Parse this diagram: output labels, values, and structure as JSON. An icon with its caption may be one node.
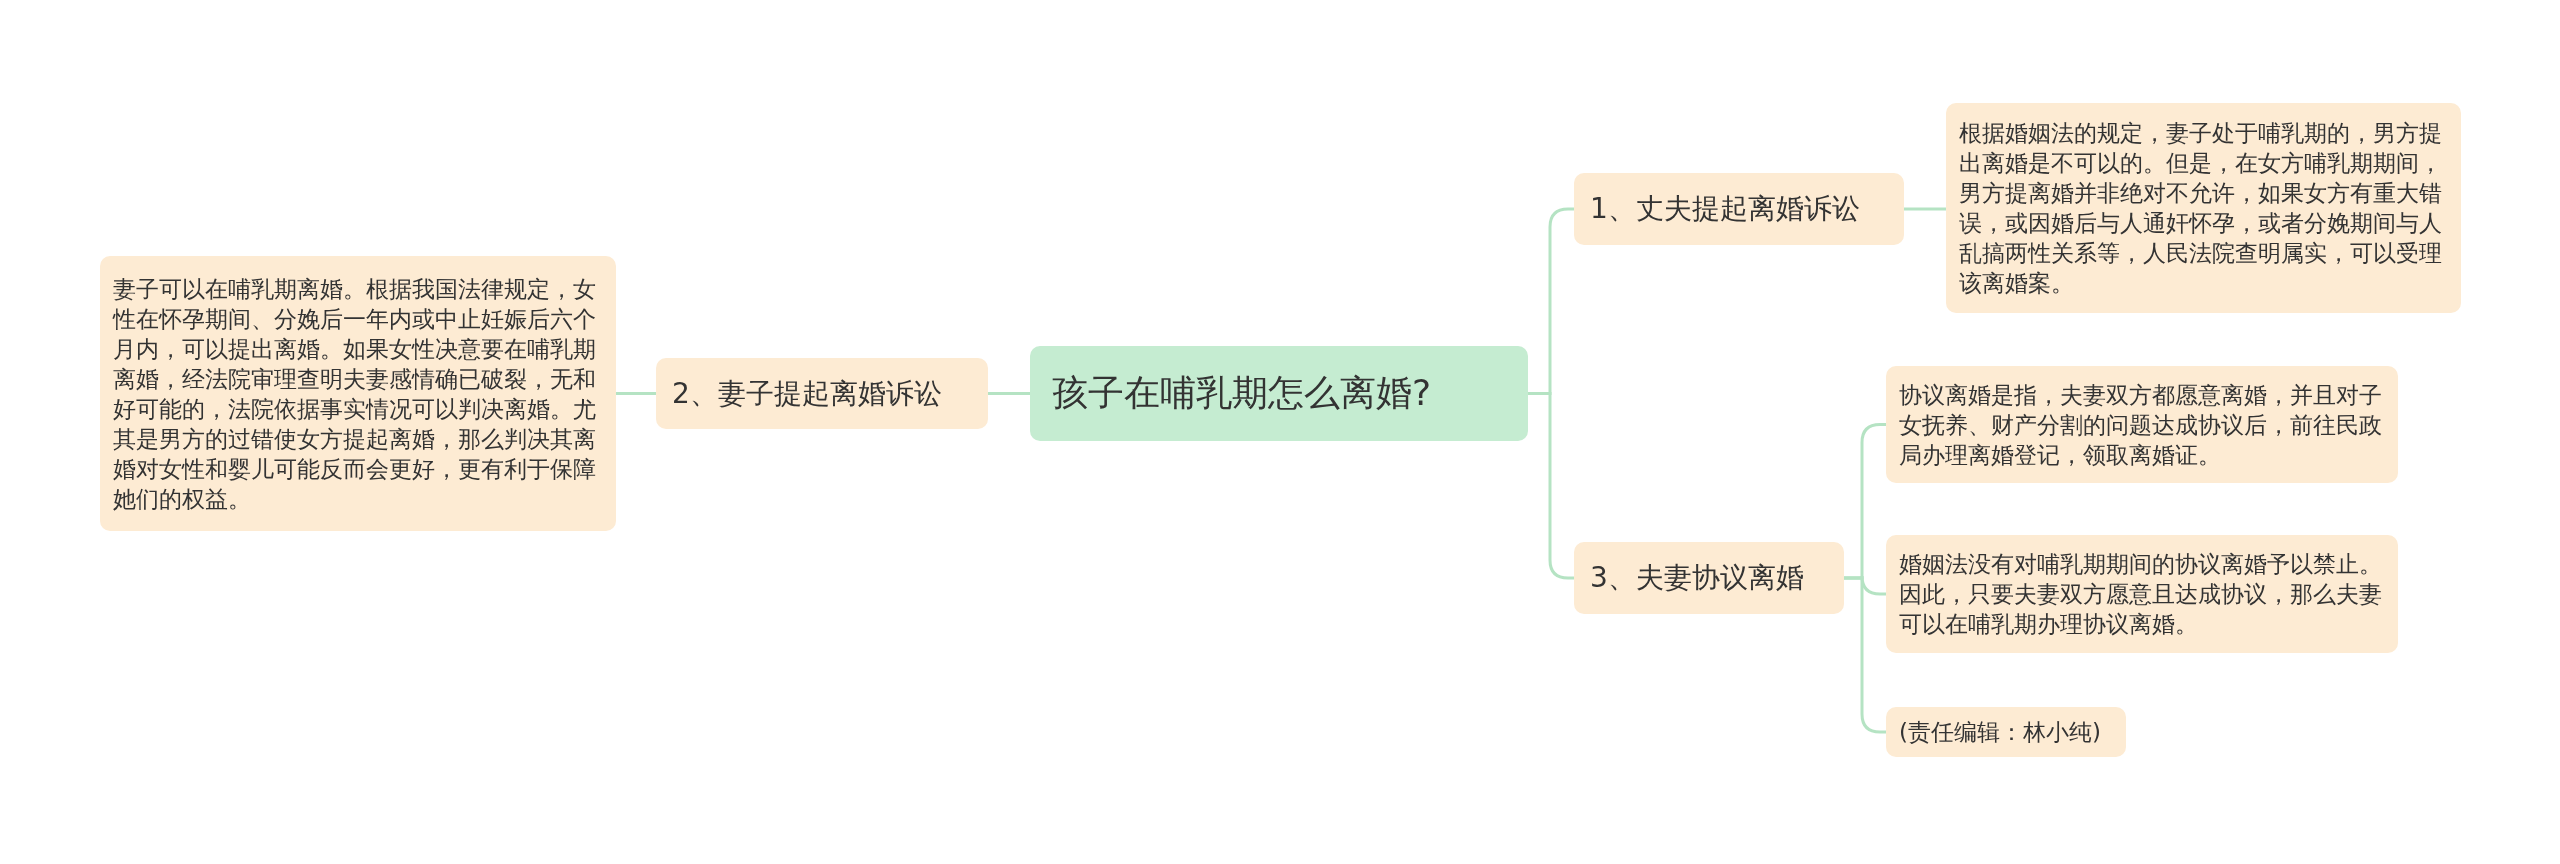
{
  "diagram": {
    "nodes": [
      {
        "text": [
          "孩子在哺乳期怎么离婚?"
        ]
      },
      {
        "text": [
          "1、丈夫提起离婚诉讼"
        ]
      },
      {
        "text": [
          "根据婚姻法的规定，妻子处于哺乳期的，男方提出离婚是不可以的。但是，在女方哺乳期期间，男方提离婚并非绝对不允许，如果女方有重大错误，或因婚后与人通奸怀孕，或者分娩期间与人乱搞两性关系等，人民法院查明属实，可以受理该离婚案。"
        ]
      },
      {
        "text": [
          "2、妻子提起离婚诉讼"
        ]
      },
      {
        "text": [
          "妻子可以在哺乳期离婚。根据我国法律规定，女性在怀孕期间、分娩后一年内或中止妊娠后六个月内，可以提出离婚。如果女性决意要在哺乳期离婚，经法院审理查明夫妻感情确已破裂，无和好可能的，法院依据事实情况可以判决离婚。尤其是男方的过错使女方提起离婚，那么判决其离婚对女性和婴儿可能反而会更好，更有利于保障她们的权益。"
        ]
      },
      {
        "text": [
          "3、夫妻协议离婚"
        ]
      },
      {
        "text": [
          "协议离婚是指，夫妻双方都愿意离婚，并且对子女抚养、财产分割的问题达成协议后，前往民政局办理离婚登记，领取离婚证。"
        ]
      },
      {
        "text": [
          "婚姻法没有对哺乳期期间的协议离婚予以禁止。因此，只要夫妻双方愿意且达成协议，那么夫妻可以在哺乳期办理协议离婚。"
        ]
      },
      {
        "text": [
          "(责任编辑：林小纯)"
        ]
      }
    ],
    "edges": [
      {
        "from": 0,
        "to": 1,
        "arrow": "none"
      },
      {
        "from": 1,
        "to": 2,
        "arrow": "none"
      },
      {
        "from": 0,
        "to": 3,
        "arrow": "none"
      },
      {
        "from": 3,
        "to": 4,
        "arrow": "none"
      },
      {
        "from": 0,
        "to": 5,
        "arrow": "none"
      },
      {
        "from": 5,
        "to": 6,
        "arrow": "none"
      },
      {
        "from": 5,
        "to": 7,
        "arrow": "none"
      },
      {
        "from": 5,
        "to": 8,
        "arrow": "none"
      }
    ]
  }
}
